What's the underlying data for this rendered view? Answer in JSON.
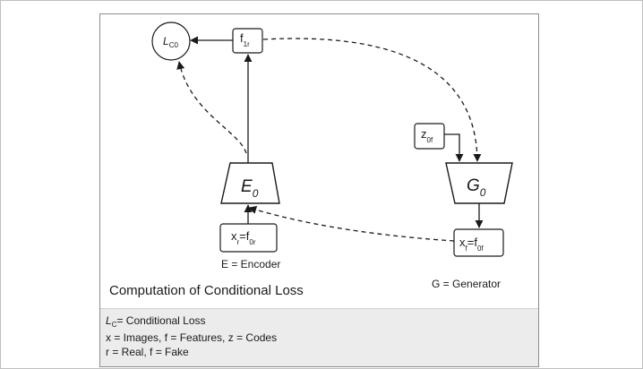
{
  "nodes": {
    "lc0": {
      "main": "L",
      "sub": "C0"
    },
    "f1r": {
      "main": "f",
      "sub": "1r"
    },
    "encoder": {
      "main": "E",
      "sub": "0"
    },
    "generator": {
      "main": "G",
      "sub": "0"
    },
    "z0f": {
      "main": "z",
      "sub": "0f"
    },
    "xr": {
      "main": "x",
      "sub": "r",
      "eq": "=f",
      "sub2": "0r"
    },
    "xf": {
      "main": "x",
      "sub": "f",
      "eq": "=f",
      "sub2": "0f"
    }
  },
  "labels": {
    "encoder_caption": "E = Encoder",
    "generator_caption": "G = Generator",
    "title": "Computation of Conditional Loss"
  },
  "legend": {
    "lc_main": "L",
    "lc_sub": "C",
    "lc_text": "= Conditional Loss",
    "line2": "x = Images, f = Features, z = Codes",
    "line3": "r = Real, f = Fake"
  },
  "colors": {
    "stroke": "#1a1a1a",
    "legend_bg": "#ececec"
  }
}
